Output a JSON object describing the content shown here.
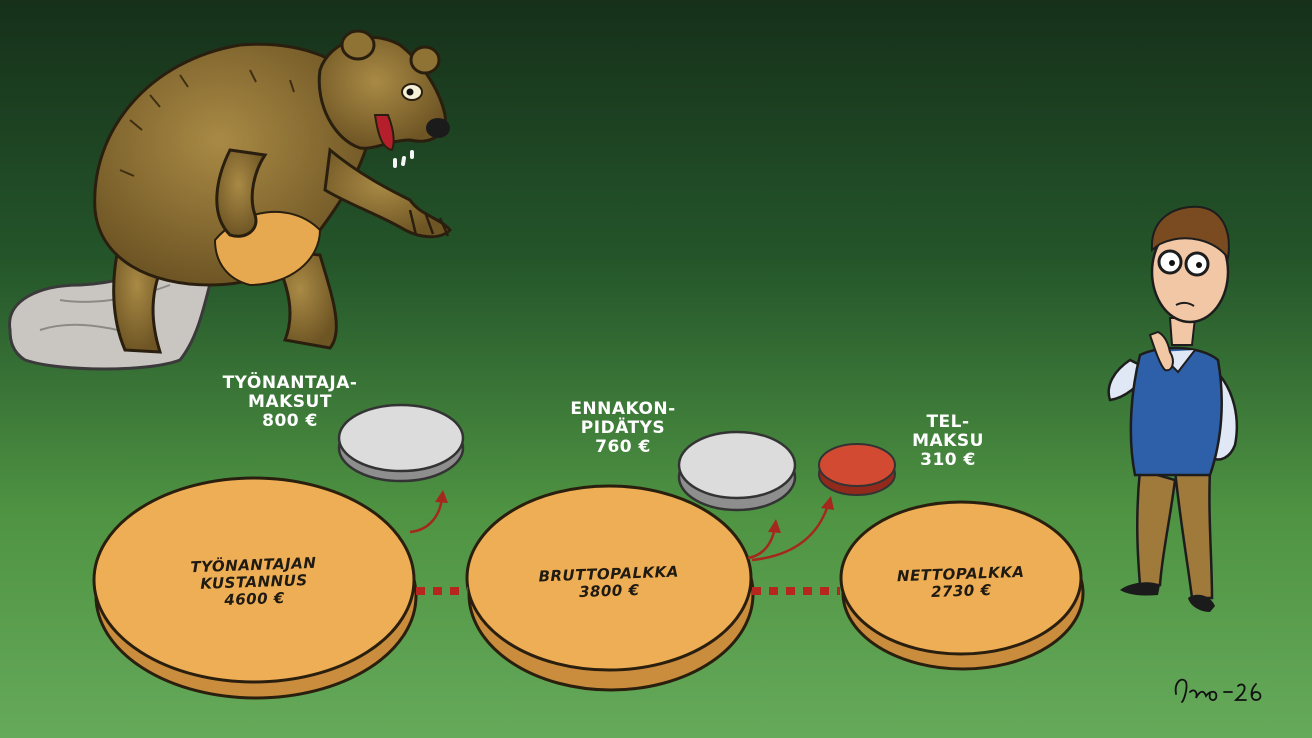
{
  "labels": {
    "employer_fees": {
      "line1": "TYÖNANTAJA-",
      "line2": "MAKSUT",
      "amount": "800 €"
    },
    "withholding": {
      "line1": "ENNAKON-",
      "line2": "PIDÄTYS",
      "amount": "760 €"
    },
    "tel_fee": {
      "line1": "TEL-",
      "line2": "MAKSU",
      "amount": "310 €"
    }
  },
  "coins": {
    "employer_cost": {
      "line1": "TYÖNANTAJAN",
      "line2": "KUSTANNUS",
      "amount": "4600 €"
    },
    "gross_salary": {
      "line1": "BRUTTOPALKKA",
      "amount": "3800 €"
    },
    "net_salary": {
      "line1": "NETTOPALKKA",
      "amount": "2730 €"
    }
  },
  "signature": "Pino-26",
  "colors": {
    "background_top": "#16301a",
    "background_bottom": "#65a95a",
    "big_coin": "#eeae55",
    "silver_coin": "#dcdcdc",
    "red_coin": "#d34a33",
    "arrow": "#a4281e",
    "connector": "#b6251e"
  },
  "illustrations": [
    "bear-illustration",
    "money-sack-icon",
    "thinking-man-illustration"
  ]
}
